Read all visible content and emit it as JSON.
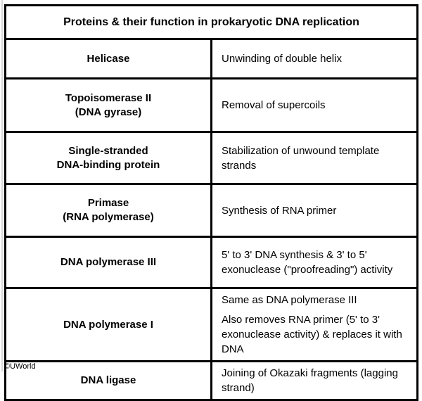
{
  "table": {
    "title": "Proteins & their function in prokaryotic DNA replication",
    "rows": [
      {
        "protein": "Helicase",
        "function": "Unwinding of double helix"
      },
      {
        "protein": "Topoisomerase II\n(DNA gyrase)",
        "function": "Removal of supercoils"
      },
      {
        "protein": "Single-stranded\nDNA-binding protein",
        "function": "Stabilization of unwound template strands"
      },
      {
        "protein": "Primase\n(RNA polymerase)",
        "function": "Synthesis of RNA primer"
      },
      {
        "protein": "DNA polymerase III",
        "function": "5' to 3' DNA synthesis & 3' to 5' exonuclease (\"proofreading\") activity"
      },
      {
        "protein": "DNA polymerase I",
        "function": "Same as DNA polymerase III",
        "function2": "Also removes RNA primer (5' to 3' exonuclease activity) & replaces it with DNA"
      },
      {
        "protein": "DNA ligase",
        "function": "Joining of Okazaki fragments (lagging strand)"
      }
    ]
  },
  "footer": {
    "copyright": "©UWorld"
  }
}
